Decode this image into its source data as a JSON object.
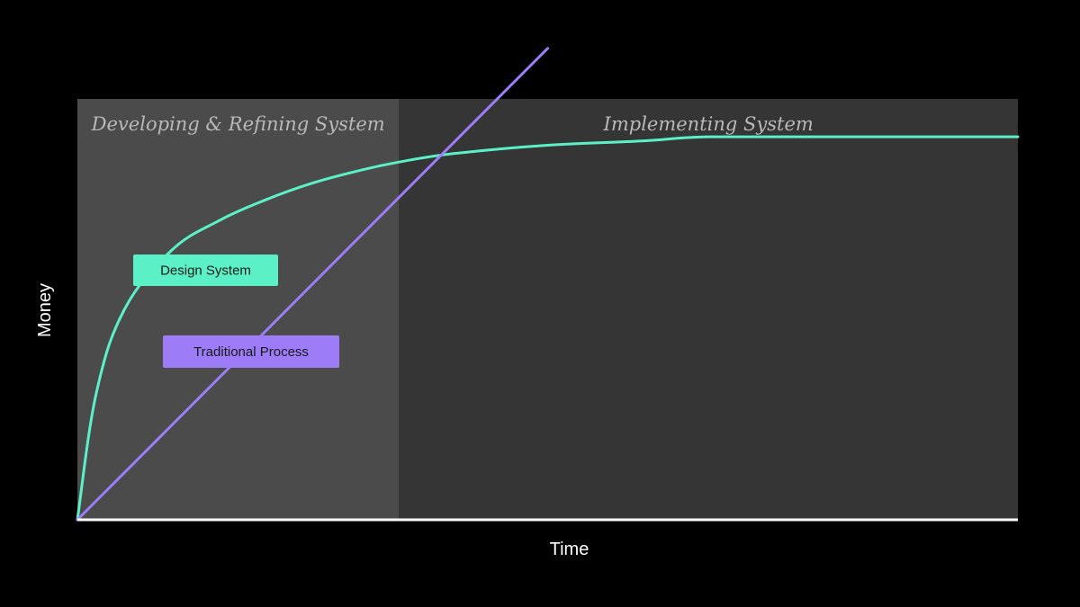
{
  "chart_data": {
    "type": "line",
    "xlabel": "Time",
    "ylabel": "Money",
    "xlim": [
      0,
      1
    ],
    "ylim": [
      0,
      1
    ],
    "grid": false,
    "phases": [
      {
        "label": "Developing & Refining System",
        "x_start": 0,
        "x_end": 0.342,
        "color": "#4b4b4b"
      },
      {
        "label": "Implementing System",
        "x_start": 0.342,
        "x_end": 1.0,
        "color": "#353535"
      }
    ],
    "series": [
      {
        "name": "Design System",
        "color": "#5cf0c6",
        "x": [
          0,
          0.02,
          0.05,
          0.1,
          0.15,
          0.2,
          0.25,
          0.3,
          0.342,
          0.4,
          0.5,
          0.6,
          0.67,
          0.8,
          1.0
        ],
        "y": [
          0,
          0.3,
          0.5,
          0.64,
          0.71,
          0.76,
          0.8,
          0.83,
          0.85,
          0.87,
          0.89,
          0.9,
          0.91,
          0.91,
          0.91
        ]
      },
      {
        "name": "Traditional Process",
        "color": "#9d7cf7",
        "x": [
          0,
          0.5
        ],
        "y": [
          0,
          1.12
        ]
      }
    ]
  }
}
